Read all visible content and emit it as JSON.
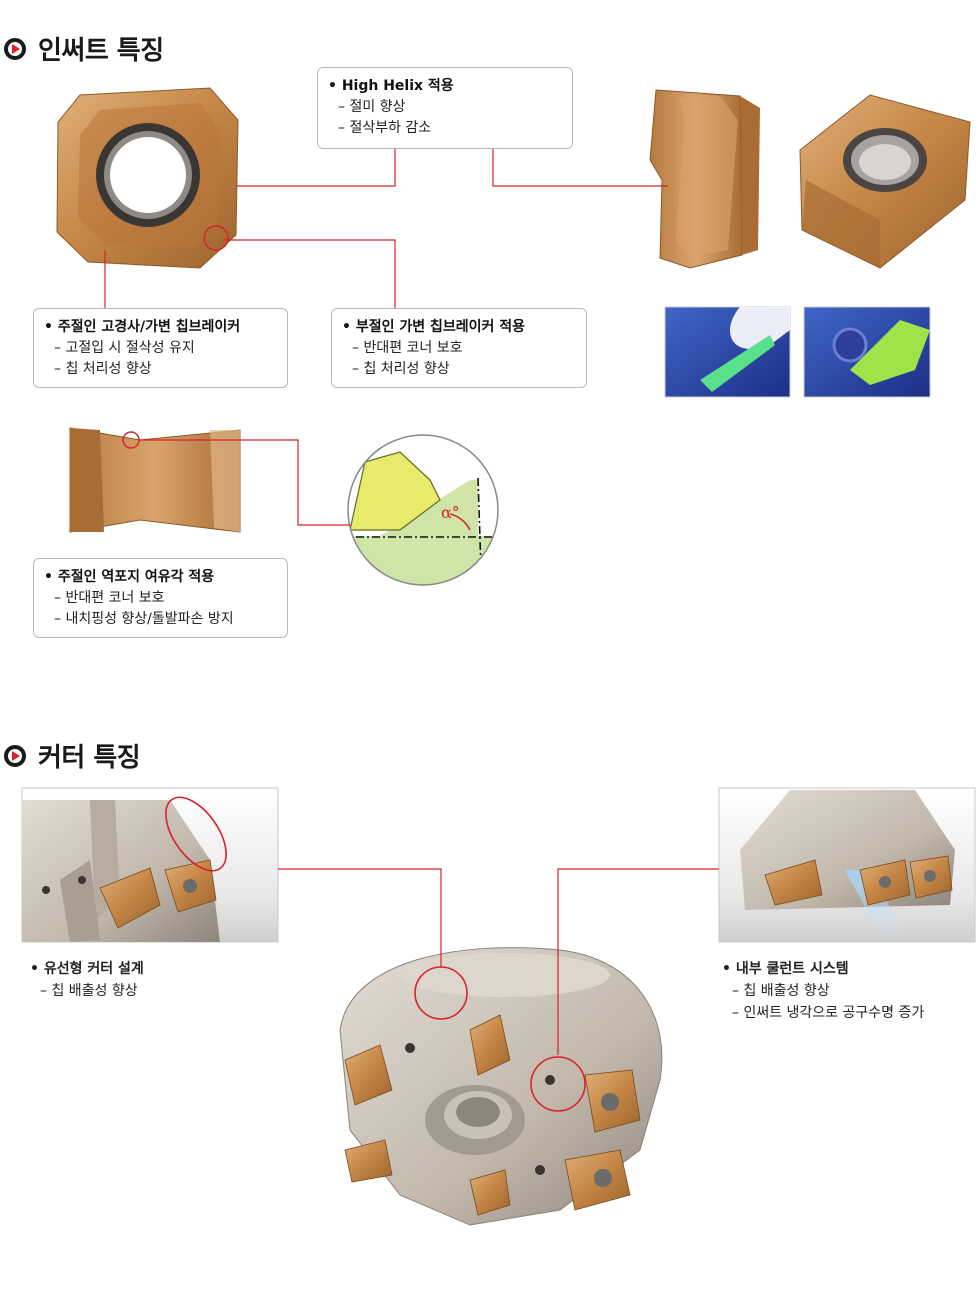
{
  "section1": {
    "title": "인써트 특징",
    "callouts": [
      {
        "head": "High Helix 적용",
        "items": [
          "절미 향상",
          "절삭부하 감소"
        ]
      },
      {
        "head": "주절인 고경사/가변 칩브레이커",
        "items": [
          "고절입 시 절삭성 유지",
          "칩 처리성 향상"
        ]
      },
      {
        "head": "부절인 가변 칩브레이커 적용",
        "items": [
          "반대편 코너 보호",
          "칩 처리성 향상"
        ]
      },
      {
        "head": "주절인 역포지 여유각 적용",
        "items": [
          "반대편 코너 보호",
          "내치핑성 향상/돌발파손 방지"
        ]
      }
    ],
    "angle_label": "α°"
  },
  "section2": {
    "title": "커터 특징",
    "notes": [
      {
        "head": "유선형 커터 설계",
        "items": [
          "칩 배출성 향상"
        ]
      },
      {
        "head": "내부 쿨런트 시스템",
        "items": [
          "칩 배출성 향상",
          "인써트 냉각으로 공구수명 증가"
        ]
      }
    ]
  },
  "colors": {
    "accent_red": "#d8232a",
    "insert_gold": "#c98a4a",
    "cutter_steel": "#c9c1b7"
  }
}
